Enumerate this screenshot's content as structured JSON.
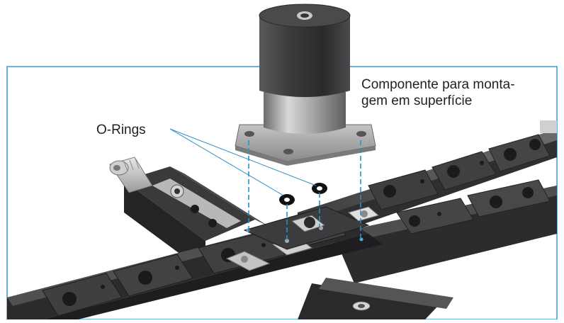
{
  "labels": {
    "component_line1": "Componente para monta-",
    "component_line2": "gem em superfície",
    "orings": "O-Rings"
  },
  "colors": {
    "frame": "#3a9ac9",
    "leader": "#2b8fc6",
    "body_dark": "#3a3a3c",
    "flange": "#9c9c9c",
    "rail_top": "#4a4a4c",
    "fitting": "#c8c8c8"
  },
  "icons": [
    "surface-mount-component",
    "o-ring",
    "substrate-rail",
    "tube-fitting"
  ]
}
